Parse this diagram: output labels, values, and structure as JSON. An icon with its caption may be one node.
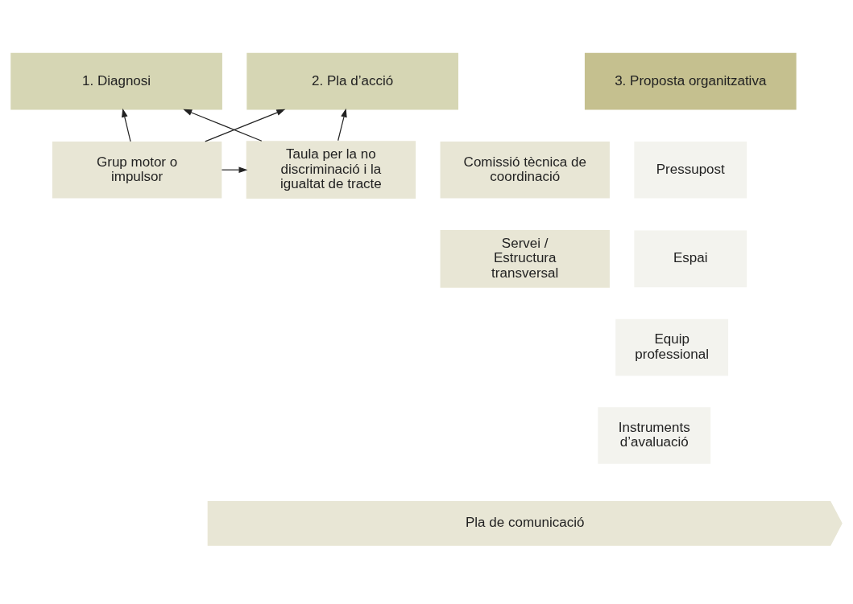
{
  "diagram": {
    "nodes": [
      {
        "text": [
          "1. Diagnosi"
        ]
      },
      {
        "text": [
          "2. Pla d’acció"
        ]
      },
      {
        "text": [
          "3. Proposta organitzativa"
        ]
      },
      {
        "text": [
          "Grup motor o impulsor"
        ]
      },
      {
        "text": [
          "Taula per la no discriminació i la igualtat de tracte"
        ]
      },
      {
        "text": [
          "Comissió tècnica de coordinació"
        ]
      },
      {
        "text": [
          "Servei / Estructura transversal"
        ]
      },
      {
        "text": [
          "Pressupost"
        ]
      },
      {
        "text": [
          "Espai"
        ]
      },
      {
        "text": [
          "Equip professional"
        ]
      },
      {
        "text": [
          "Instruments d’avaluació"
        ]
      },
      {
        "text": [
          "Pla de comunicació"
        ]
      }
    ],
    "edges": [
      {
        "from": 3,
        "to": 0,
        "arrow": "to"
      },
      {
        "from": 3,
        "to": 1,
        "arrow": "to"
      },
      {
        "from": 3,
        "to": 4,
        "arrow": "to"
      },
      {
        "from": 4,
        "to": 0,
        "arrow": "to"
      },
      {
        "from": 4,
        "to": 1,
        "arrow": "to"
      }
    ]
  }
}
